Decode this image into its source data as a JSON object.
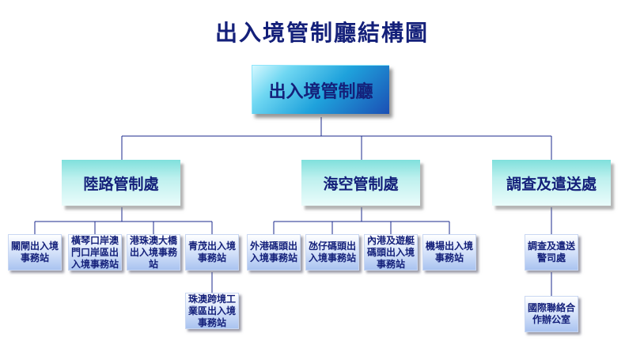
{
  "title": "出入境管制廳結構圖",
  "root": {
    "label": "出入境管制廳"
  },
  "departments": [
    {
      "label": "陸路管制處",
      "units": [
        "關閘出入境事務站",
        "橫琴口岸澳門口岸區出入境事務站",
        "港珠澳大橋出入境事務站",
        "青茂出入境事務站",
        "珠澳跨境工業區出入境事務站"
      ]
    },
    {
      "label": "海空管制處",
      "units": [
        "外港碼頭出入境事務站",
        "氹仔碼頭出入境事務站",
        "內港及遊艇碼頭出入境事務站",
        "機場出入境事務站"
      ]
    },
    {
      "label": "調查及遣送處",
      "units": [
        "調查及遣送警司處",
        "國際聯絡合作辦公室"
      ]
    }
  ],
  "colors": {
    "text": "#14207a",
    "connector": "#1b2a8c"
  }
}
